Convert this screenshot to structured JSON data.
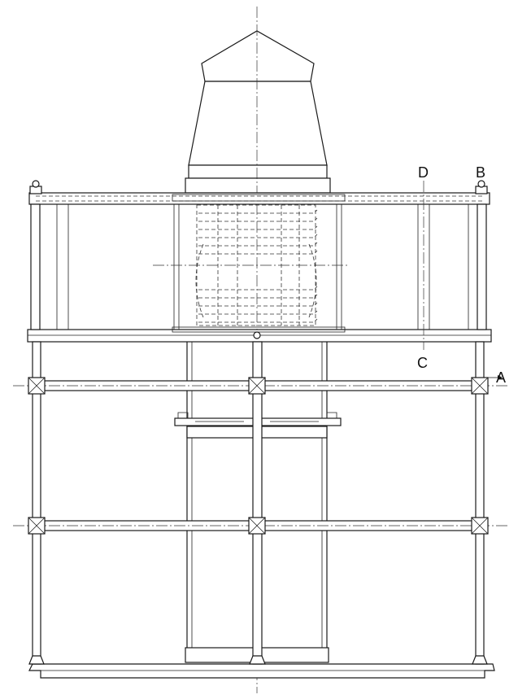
{
  "drawing": {
    "labels": {
      "a": "A",
      "b": "B",
      "c": "C",
      "d": "D"
    }
  }
}
